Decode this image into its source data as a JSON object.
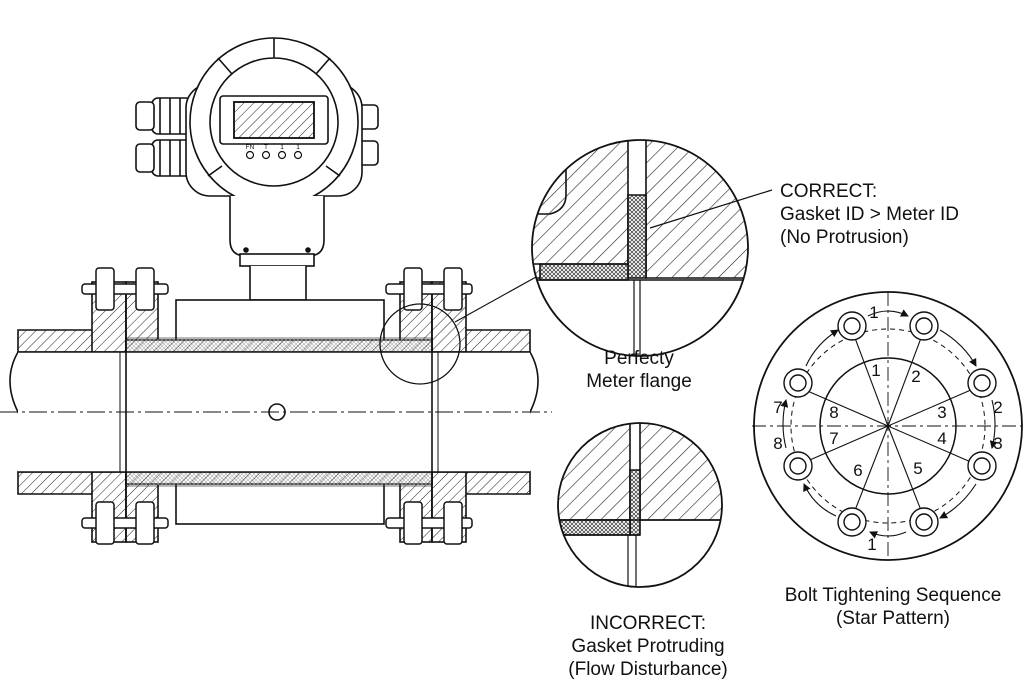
{
  "correct_callout": {
    "line1": "CORRECT:",
    "line2": "Gasket ID > Meter ID",
    "line3": "(No Protrusion)"
  },
  "flange_caption": {
    "line1": "Perfecty",
    "line2": "Meter flange"
  },
  "incorrect_callout": {
    "line1": "INCORRECT:",
    "line2": "Gasket Protruding",
    "line3": "(Flow Disturbance)"
  },
  "bolt_sequence": {
    "line1": "Bolt Tightening Sequence",
    "line2": "(Star Pattern)",
    "outer_numbers": [
      "1",
      "2",
      "3",
      "1",
      "8",
      "7"
    ],
    "inner_numbers": [
      "1",
      "2",
      "3",
      "4",
      "5",
      "6",
      "7",
      "8"
    ]
  },
  "transmitter": {
    "key_labels": [
      "FN",
      "T",
      "1",
      "1"
    ]
  }
}
